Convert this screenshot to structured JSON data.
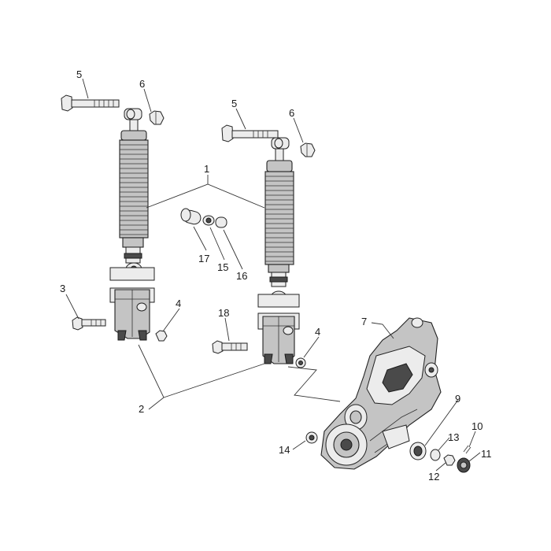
{
  "diagram": {
    "callouts": [
      "1",
      "2",
      "3",
      "4",
      "4",
      "5",
      "5",
      "6",
      "6",
      "7",
      "9",
      "10",
      "11",
      "12",
      "13",
      "14",
      "15",
      "16",
      "17",
      "18"
    ]
  }
}
